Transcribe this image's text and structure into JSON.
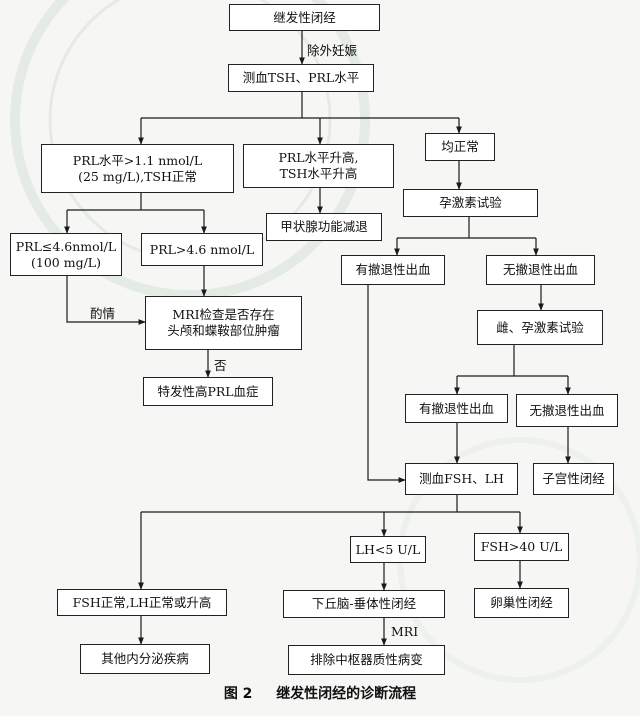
{
  "nodes": {
    "secondary_amenorrhea": "继发性闭经",
    "measure_tsh_prl": "测血TSH、PRL水平",
    "prl_high_tsh_normal": "PRL水平>1.1 nmol/L\n(25 mg/L),TSH正常",
    "prl_tsh_both_high": "PRL水平升高,\nTSH水平升高",
    "all_normal": "均正常",
    "hypothyroidism": "甲状腺功能减退",
    "progestin_test": "孕激素试验",
    "prl_le_46": "PRL≤4.6nmol/L\n(100 mg/L)",
    "prl_gt_46": "PRL>4.6 nmol/L",
    "withdrawal_bleeding_1": "有撤退性出血",
    "no_withdrawal_bleeding_1": "无撤退性出血",
    "mri_check": "MRI检查是否存在\n头颅和蝶鞍部位肿瘤",
    "estrogen_progestin_test": "雌、孕激素试验",
    "idiopathic_hyperprolactinemia": "特发性高PRL血症",
    "withdrawal_bleeding_2": "有撤退性出血",
    "no_withdrawal_bleeding_2": "无撤退性出血",
    "measure_fsh_lh": "测血FSH、LH",
    "uterine_amenorrhea": "子宫性闭经",
    "lh_lt_5": "LH<5 U/L",
    "fsh_gt_40": "FSH>40 U/L",
    "fsh_lh_normal_or_high": "FSH正常,LH正常或升高",
    "hypothalamic_pituitary": "下丘脑-垂体性闭经",
    "ovarian_amenorrhea": "卵巢性闭经",
    "other_endocrine": "其他内分泌疾病",
    "exclude_cns_organic": "排除中枢器质性病变"
  },
  "edge_labels": {
    "exclude_pregnancy": "除外妊娠",
    "as_appropriate": "酌情",
    "no": "否",
    "mri": "MRI"
  },
  "caption": {
    "figure_no": "图 2",
    "title": "继发性闭经的诊断流程"
  },
  "colors": {
    "line": "#1a1a1a",
    "box_border": "#222222",
    "background": "#f6f7f4",
    "watermark": "#c9d8cc"
  }
}
